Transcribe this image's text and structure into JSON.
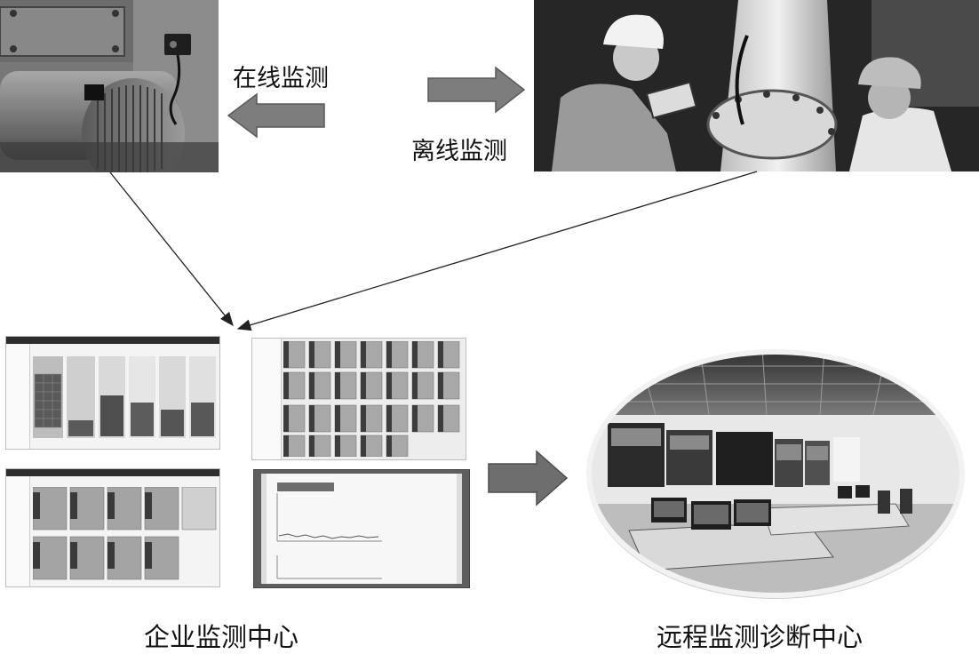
{
  "labels": {
    "online": "在线监测",
    "offline": "离线监测",
    "enterprise_center": "企业监测中心",
    "remote_center": "远程监测诊断中心"
  },
  "icons": {
    "left_arrow": "left-arrow-icon",
    "right_arrow": "right-arrow-icon",
    "big_right_arrow": "big-right-arrow-icon"
  },
  "colors": {
    "arrow_fill": "#7d7d7d",
    "arrow_stroke": "#5a5a5a",
    "connector": "#222222"
  }
}
